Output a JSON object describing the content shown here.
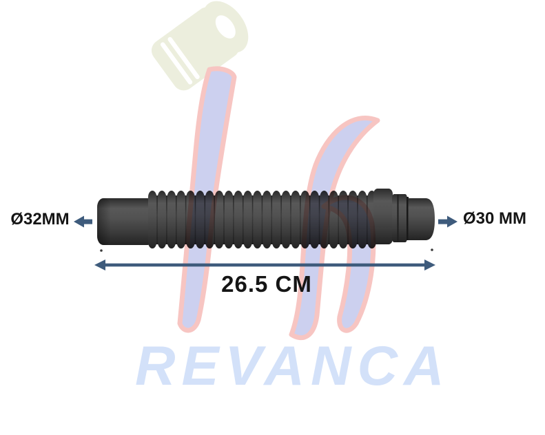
{
  "annotations": {
    "left_diameter": "Ø32MM",
    "right_diameter": "Ø30 MM",
    "length": "26.5 CM"
  },
  "watermark": {
    "brand": "REVANCA"
  },
  "colors": {
    "background": "#ffffff",
    "annotation_arrow": "#3e5b7c",
    "annotation_text": "#151515",
    "brand_text": "#d3e1f9",
    "hose_body": "#454545",
    "watermark_lavender": "#ccd0ef",
    "watermark_pink": "#f7c5c2",
    "watermark_cream": "#eceedd"
  }
}
